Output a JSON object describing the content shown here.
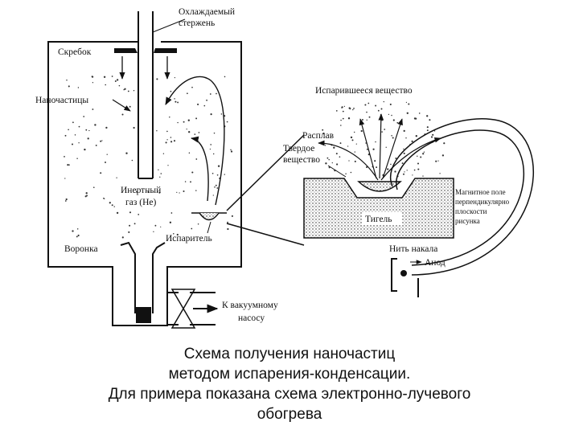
{
  "labels": {
    "rod": [
      "Охлаждаемый",
      "стержень"
    ],
    "scraper": "Скребок",
    "nanoparticles": "Наночастицы",
    "inert_gas": [
      "Инертный",
      "газ (He)"
    ],
    "evaporator": "Испаритель",
    "funnel": "Воронка",
    "vacuum_pump": [
      "К вакуумному",
      "насосу"
    ],
    "evaporated": "Испарившееся вещество",
    "melt": "Расплав",
    "solid": [
      "Твердое",
      "вещество"
    ],
    "crucible": "Тигель",
    "magnetic_field": [
      "Магнитное поле",
      "перпендикулярно",
      "плоскости",
      "рисунка"
    ],
    "filament": "Нить накала",
    "anode": "Анод"
  },
  "caption": [
    "Схема получения наночастиц",
    "методом испарения-конденсации.",
    "Для примера показана схема электронно-лучевого",
    "обогрева"
  ]
}
